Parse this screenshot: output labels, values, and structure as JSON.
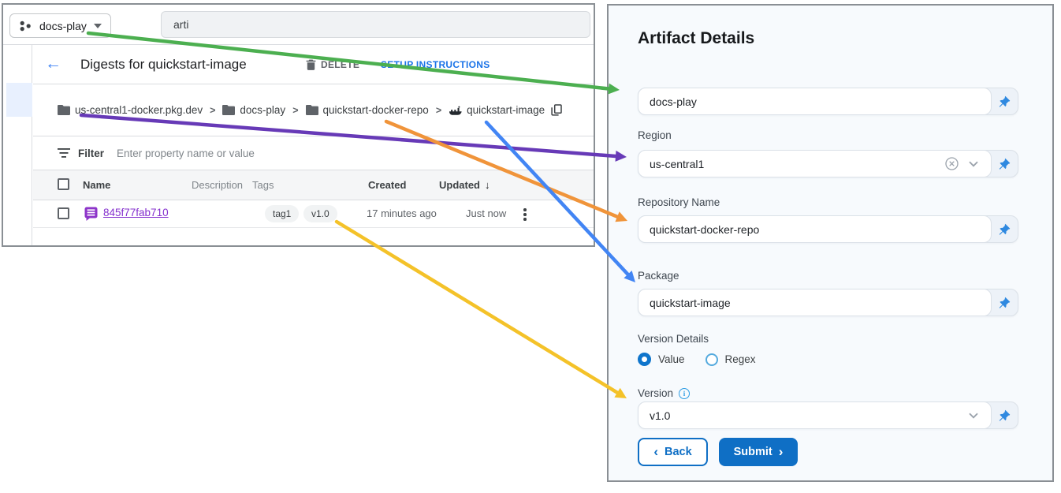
{
  "console": {
    "project_selector": {
      "label": "docs-play"
    },
    "search": {
      "value": "arti"
    },
    "page_header": {
      "back_icon": "←",
      "title": "Digests for quickstart-image",
      "delete_label": "DELETE",
      "setup_label": "SETUP INSTRUCTIONS"
    },
    "breadcrumb": {
      "separator": ">",
      "items": [
        {
          "label": "us-central1-docker.pkg.dev",
          "icon": "folder"
        },
        {
          "label": "docs-play",
          "icon": "folder"
        },
        {
          "label": "quickstart-docker-repo",
          "icon": "folder"
        },
        {
          "label": "quickstart-image",
          "icon": "docker-whale"
        }
      ]
    },
    "filter": {
      "label": "Filter",
      "placeholder": "Enter property name or value"
    },
    "table": {
      "headers": {
        "name": "Name",
        "description": "Description",
        "tags": "Tags",
        "created": "Created",
        "updated": "Updated"
      },
      "sort_arrow": "↓",
      "rows": [
        {
          "name": "845f77fab710",
          "description": "",
          "tags": [
            "tag1",
            "v1.0"
          ],
          "created": "17 minutes ago",
          "updated": "Just now"
        }
      ]
    }
  },
  "form": {
    "title": "Artifact Details",
    "project_field": {
      "value": "docs-play"
    },
    "region": {
      "label": "Region",
      "value": "us-central1"
    },
    "repository": {
      "label": "Repository Name",
      "value": "quickstart-docker-repo"
    },
    "package": {
      "label": "Package",
      "value": "quickstart-image"
    },
    "version_details": {
      "label": "Version Details",
      "value_option": "Value",
      "regex_option": "Regex",
      "selected": "Value"
    },
    "version": {
      "label": "Version",
      "value": "v1.0",
      "info_glyph": "i"
    },
    "buttons": {
      "back_label": "Back",
      "back_icon": "‹",
      "submit_label": "Submit",
      "submit_icon": "›"
    }
  },
  "arrows": [
    {
      "name": "project-to-form",
      "color": "#4caf50"
    },
    {
      "name": "region-to-form",
      "color": "#673ab7"
    },
    {
      "name": "repository-to-form",
      "color": "#f0943a"
    },
    {
      "name": "package-to-form",
      "color": "#4285f4"
    },
    {
      "name": "version-to-form",
      "color": "#f4c229"
    }
  ],
  "colors": {
    "console_link_blue": "#1a73e8",
    "digest_link_purple": "#8430ce",
    "form_button_blue": "#0f6fc5",
    "panel_background": "#f7fafd",
    "selected_nav_cell": "#e8f0fe"
  }
}
